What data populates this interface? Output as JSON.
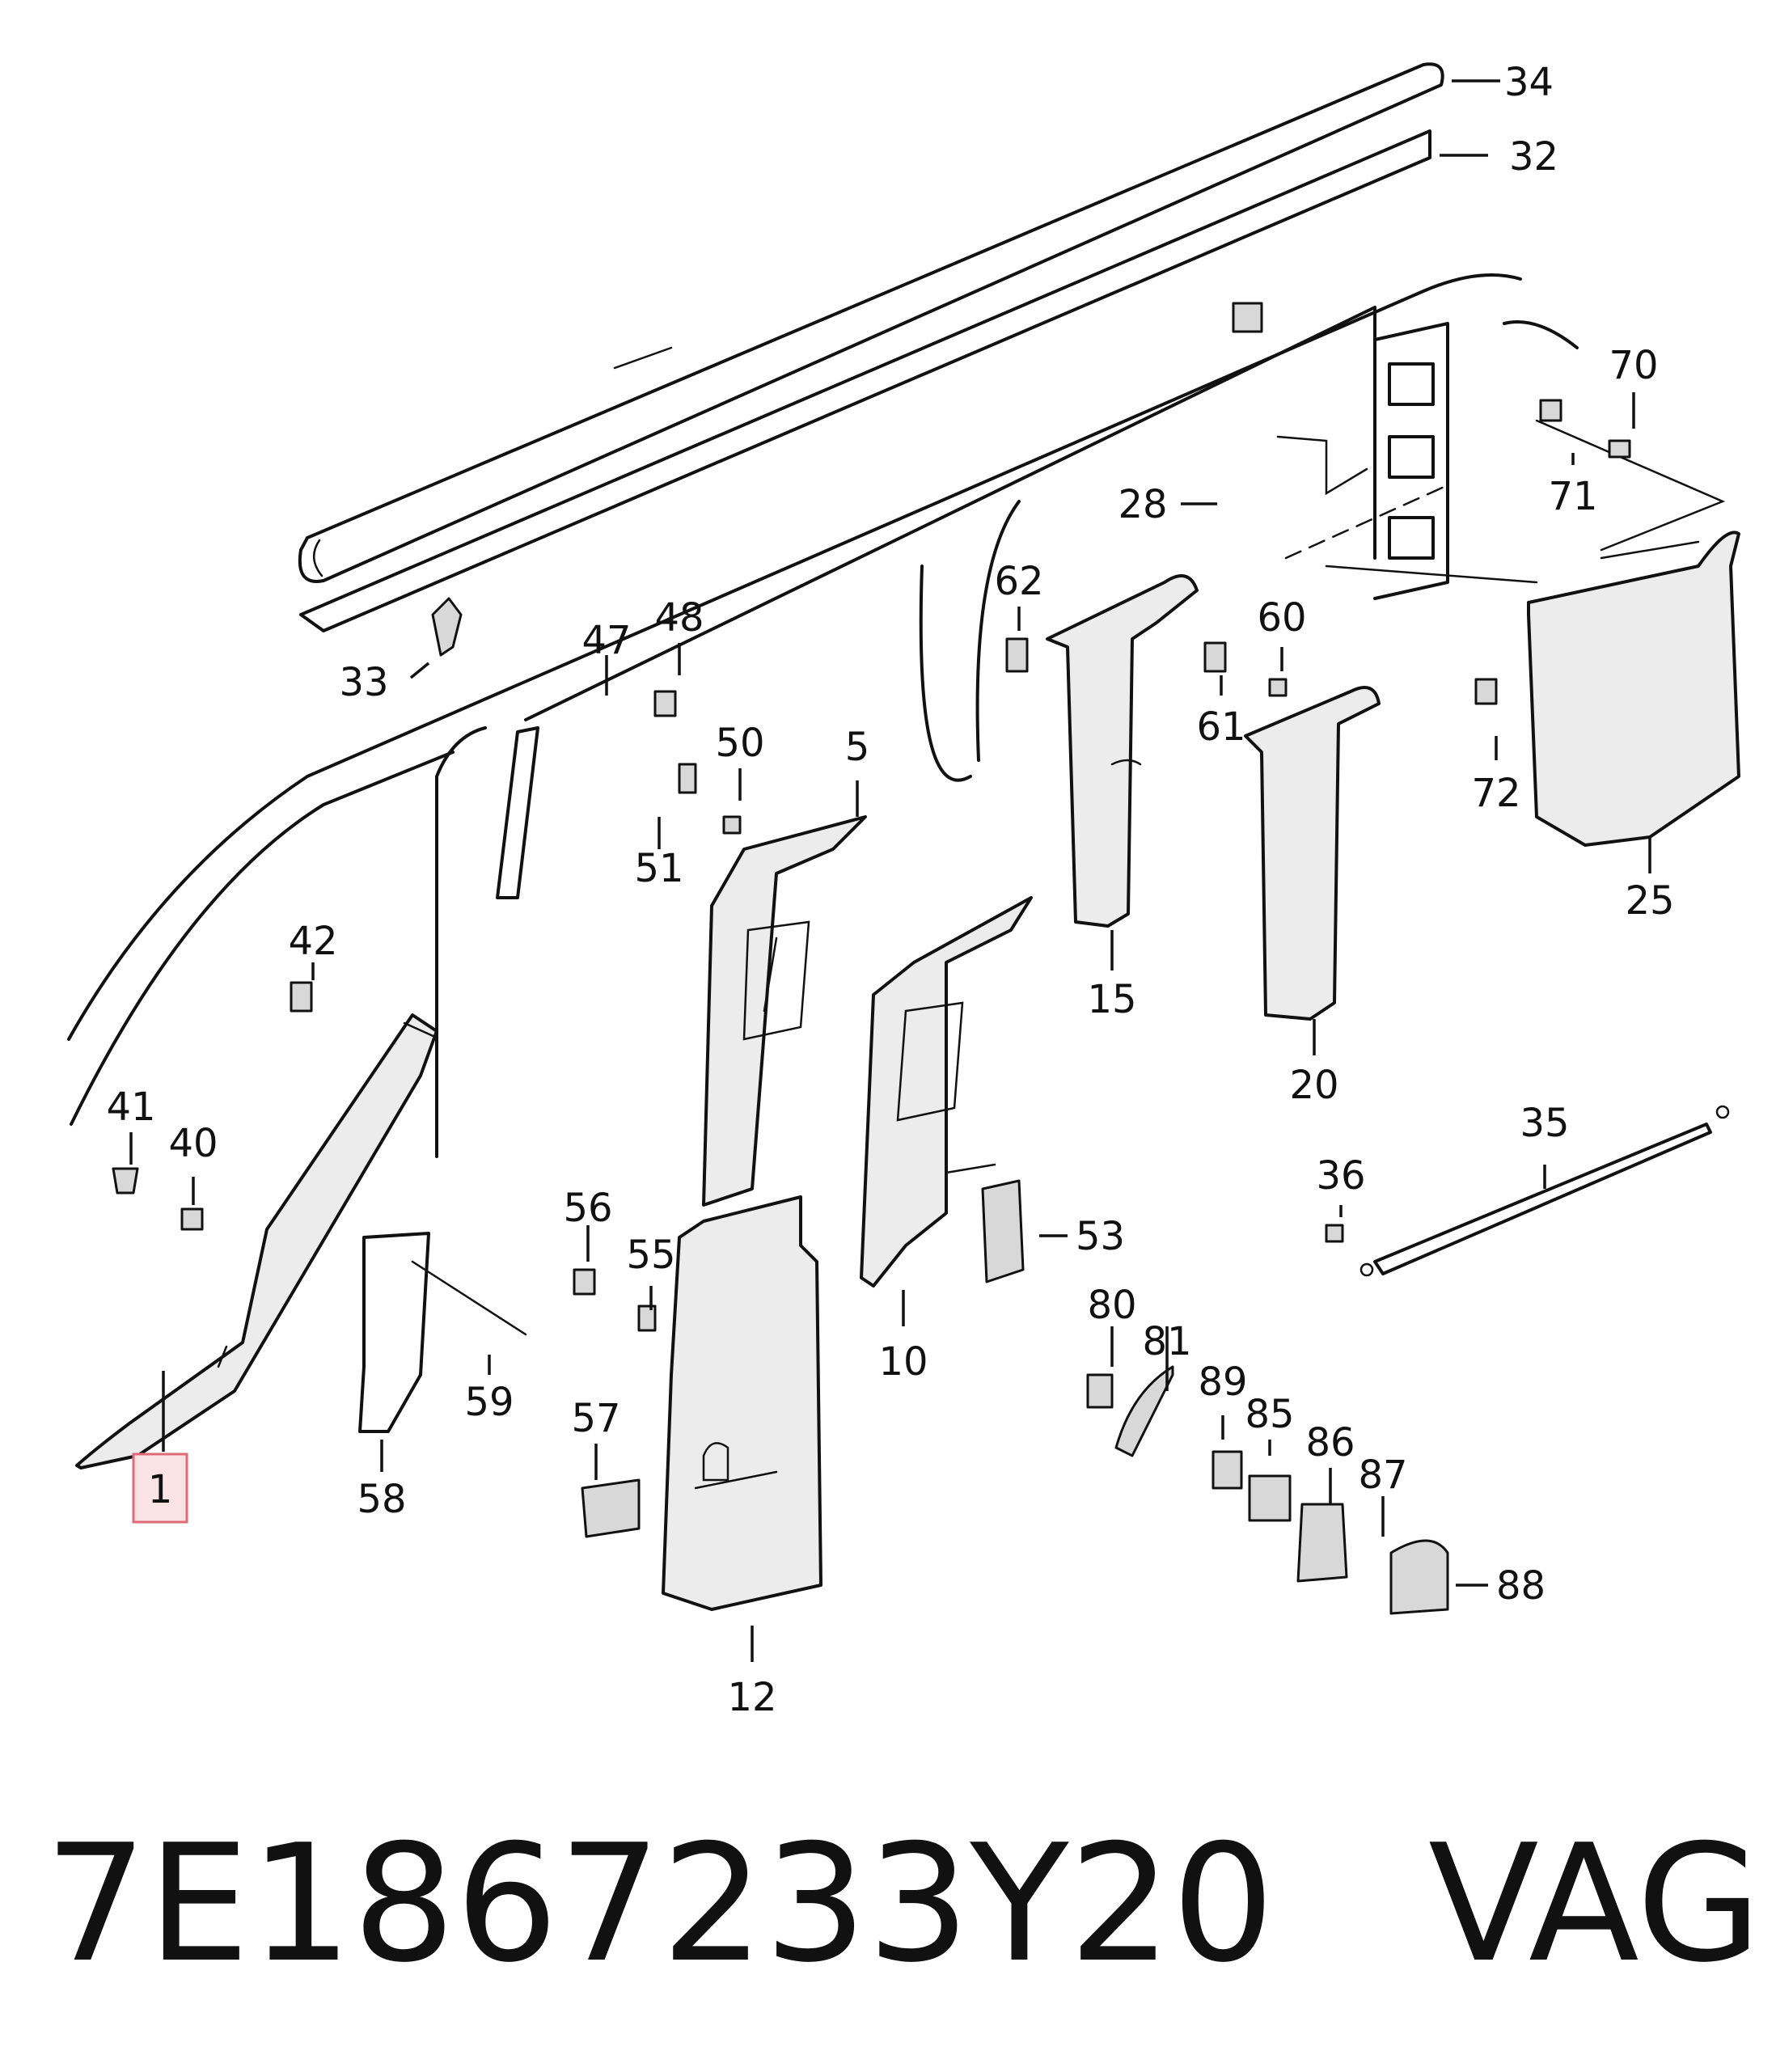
{
  "highlighted_part": "1",
  "footer": {
    "part_number": "7E1867233Y20",
    "brand": "VAG"
  },
  "callouts": [
    "1",
    "5",
    "10",
    "12",
    "15",
    "20",
    "25",
    "28",
    "32",
    "33",
    "34",
    "35",
    "36",
    "40",
    "41",
    "42",
    "47",
    "48",
    "50",
    "51",
    "53",
    "55",
    "56",
    "57",
    "58",
    "59",
    "60",
    "61",
    "62",
    "70",
    "71",
    "72",
    "80",
    "81",
    "85",
    "86",
    "87",
    "88",
    "89"
  ],
  "colors": {
    "highlight_fill": "#fbe3e5",
    "highlight_border": "#e06a75",
    "line": "#111111"
  }
}
